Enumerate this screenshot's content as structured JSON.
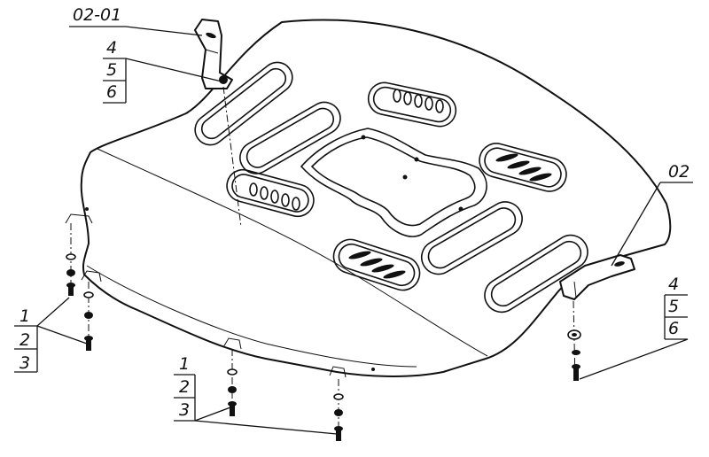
{
  "callouts": {
    "part_02_01": "02-01",
    "part_02": "02",
    "left_bracket_stack": [
      "4",
      "5",
      "6"
    ],
    "right_bracket_stack": [
      "4",
      "5",
      "6"
    ],
    "left_fasteners": [
      "1",
      "2",
      "3"
    ],
    "center_fasteners": [
      "1",
      "2",
      "3"
    ]
  }
}
